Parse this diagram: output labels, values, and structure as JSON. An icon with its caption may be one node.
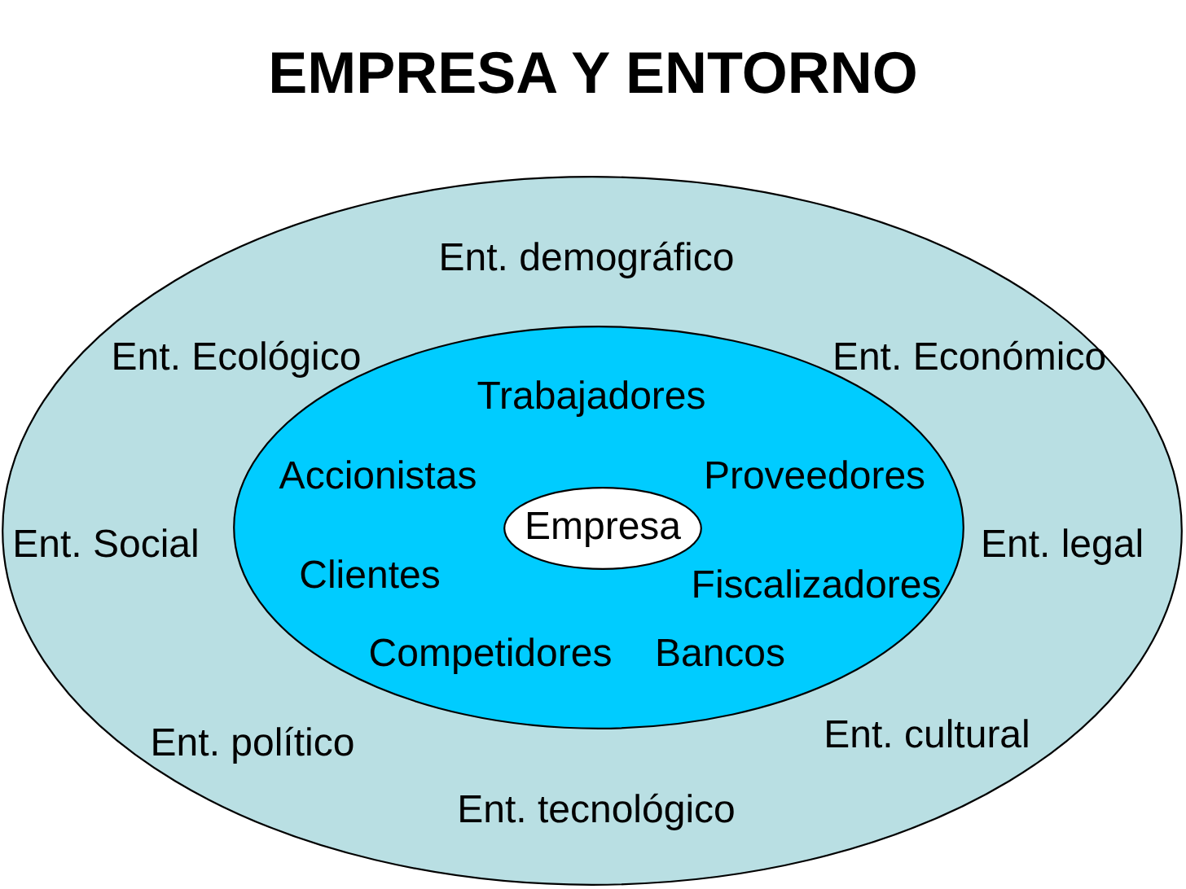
{
  "diagram": {
    "title": "EMPRESA Y ENTORNO",
    "nodes": [
      {
        "text": [
          "Ent. demográfico",
          "Ent. Ecológico",
          "Ent. Económico",
          "Ent. Social",
          "Ent. legal",
          "Ent. político",
          "Ent. cultural",
          "Ent. tecnológico"
        ]
      },
      {
        "text": [
          "Trabajadores",
          "Accionistas",
          "Proveedores",
          "Clientes",
          "Fiscalizadores",
          "Competidores",
          "Bancos"
        ],
        "in": 0
      },
      {
        "text": [
          "Empresa"
        ],
        "in": 1
      }
    ]
  }
}
